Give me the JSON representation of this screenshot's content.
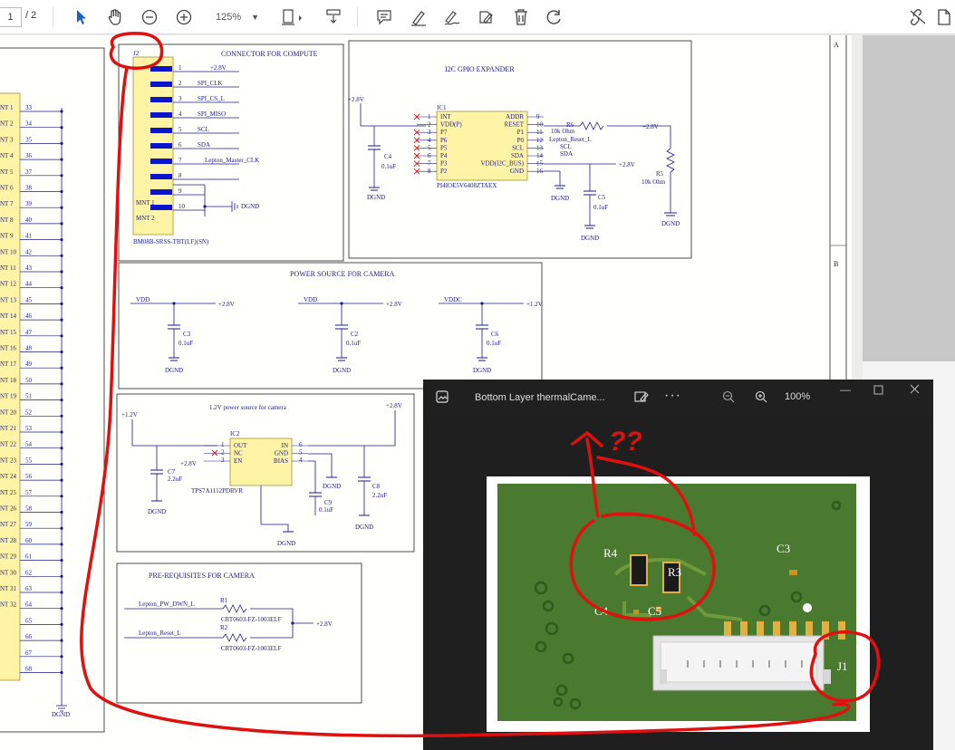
{
  "toolbar": {
    "page_current": "1",
    "page_total": "/ 2",
    "zoom": "125%"
  },
  "schematic": {
    "connector_title": "CONNECTOR FOR COMPUTE",
    "connector_ref": "J2",
    "connector_part": "BM08B-SRSS-TBT(LF)(SN)",
    "connector_pins": [
      "1",
      "2",
      "3",
      "4",
      "5",
      "6",
      "7",
      "8",
      "9",
      "10"
    ],
    "connector_nets": [
      "+2.8V",
      "SPI_CLK",
      "SPI_CS_L",
      "SPI_MISO",
      "SCL",
      "SDA",
      "Lepton_Master_CLK",
      "",
      "",
      ""
    ],
    "connector_mnt": [
      "MNT 1",
      "MNT 2"
    ],
    "connector_gnd": "DGND",
    "expander_title": "I2C GPIO EXPANDER",
    "expander_ref": "IC1",
    "expander_part": "PI4IOE5V6408ZTAEX",
    "expander_left_pins": [
      "INT",
      "VDD(P)",
      "P7",
      "P6",
      "P5",
      "P4",
      "P3",
      "P2"
    ],
    "expander_left_nums": [
      "1",
      "2",
      "3",
      "4",
      "5",
      "6",
      "7",
      "8"
    ],
    "expander_right_pins": [
      "ADDR",
      "RESET",
      "P1",
      "P0",
      "SCL",
      "SDA",
      "VDD(I2C_BUS)",
      "GND"
    ],
    "expander_right_nums": [
      "9",
      "10",
      "11",
      "12",
      "13",
      "14",
      "15",
      "16"
    ],
    "expander_r6": "R6",
    "expander_r6_val": "10k Ohm",
    "expander_reset_net": "Lepton_Reset_L",
    "expander_scl": "SCL",
    "expander_sda": "SDA",
    "expander_r5": "R5",
    "expander_r5_val": "10k Ohm",
    "expander_c4": "C4",
    "expander_c4_val": "0.1uF",
    "expander_c5": "C5",
    "expander_c5_val": "0.1uF",
    "v28": "+2.8V",
    "v12": "+1.2V",
    "dgnd": "DGND",
    "power_title": "POWER SOURCE FOR CAMERA",
    "power_nets": [
      "VDD",
      "VDD",
      "VDDC"
    ],
    "power_caps": [
      "C3",
      "C2",
      "C6"
    ],
    "power_vals": [
      "0.1uF",
      "0.1uF",
      "0.1uF"
    ],
    "power_rails": [
      "+2.8V",
      "+2.8V",
      "+1.2V"
    ],
    "reg_title": "1.2V power source for camera",
    "reg_ref": "IC2",
    "reg_part": "TPS7A1112PDRVR",
    "reg_left": [
      "OUT",
      "NC",
      "EN"
    ],
    "reg_left_nums": [
      "1",
      "2",
      "3"
    ],
    "reg_right": [
      "IN",
      "GND",
      "BIAS"
    ],
    "reg_right_nums": [
      "6",
      "5",
      "4"
    ],
    "reg_caps": [
      "C7",
      "C9",
      "C8"
    ],
    "reg_vals": [
      "2.2uF",
      "0.1uF",
      "2.2uF"
    ],
    "prereq_title": "PRE-REQUISITES FOR CAMERA",
    "prereq_nets": [
      "Lepton_PW_DWN_L",
      "Lepton_Reset_L"
    ],
    "prereq_refs": [
      "R1",
      "R2"
    ],
    "prereq_parts": [
      "CRT0603-FZ-1003ELF",
      "CRT0603-FZ-1003ELF"
    ],
    "left_labels": [
      "NT 1",
      "NT 2",
      "NT 3",
      "NT 4",
      "NT 5",
      "NT 6",
      "NT 7",
      "NT 8",
      "NT 9",
      "NT 10",
      "NT 11",
      "NT 12",
      "NT 13",
      "NT 14",
      "NT 15",
      "NT 16",
      "NT 17",
      "NT 18",
      "NT 19",
      "NT 20",
      "NT 21",
      "NT 22",
      "NT 23",
      "NT 24",
      "NT 25",
      "NT 26",
      "NT 27",
      "NT 28",
      "NT 29",
      "NT 30",
      "NT 31",
      "NT 32"
    ],
    "left_nums": [
      "33",
      "34",
      "35",
      "36",
      "37",
      "38",
      "39",
      "40",
      "41",
      "42",
      "43",
      "44",
      "45",
      "46",
      "47",
      "48",
      "49",
      "50",
      "51",
      "52",
      "53",
      "54",
      "55",
      "56",
      "57",
      "58",
      "59",
      "60",
      "61",
      "62",
      "63",
      "64",
      "65",
      "66",
      "67",
      "68"
    ],
    "zone_a": "A",
    "zone_b": "B"
  },
  "viewer": {
    "title": "Bottom Layer thermalCame...",
    "zoom": "100%",
    "pcb_labels": [
      "R4",
      "R3",
      "C3",
      "C4",
      "C5",
      "J1"
    ]
  },
  "annotation": {
    "text": "??"
  },
  "colors": {
    "annotation": "#e01010",
    "pcb_green": "#3f6b2a",
    "pin_blue": "#0a14c8",
    "ic_fill": "#fff3a6"
  }
}
